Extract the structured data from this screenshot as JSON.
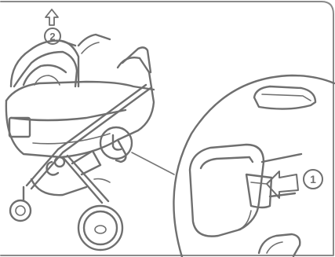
{
  "steps": [
    {
      "number": "1",
      "direction": "push-left",
      "arrow_icon": "arrow-left-icon"
    },
    {
      "number": "2",
      "direction": "lift-up",
      "arrow_icon": "arrow-up-icon"
    }
  ],
  "colors": {
    "line": "#6f6f6f",
    "background": "#ffffff",
    "frame": "#8a8a8a"
  }
}
